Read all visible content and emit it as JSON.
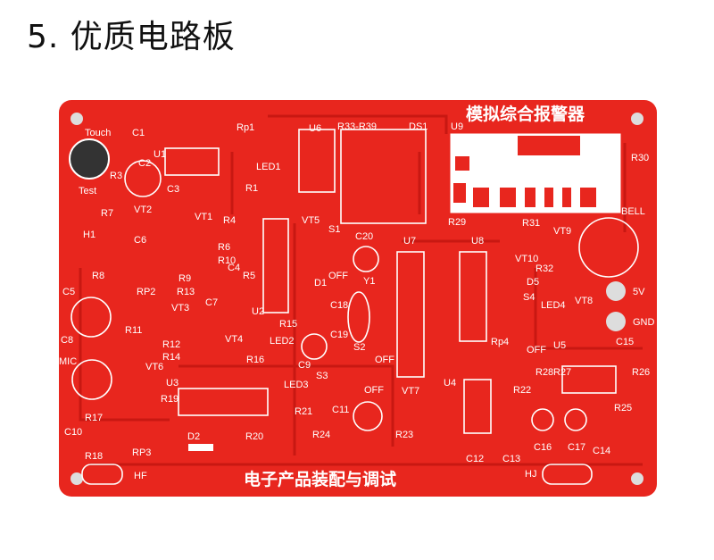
{
  "heading": "5. 优质电路板",
  "board": {
    "color": "#e8261e",
    "title_top": "模拟综合报警器",
    "title_bottom": "电子产品装配与调试",
    "labels": {
      "touch": "Touch",
      "test": "Test",
      "c1": "C1",
      "c2": "C2",
      "c3": "C3",
      "u1": "U1",
      "rp1": "Rp1",
      "r3": "R3",
      "led1": "LED1",
      "r1": "R1",
      "u6": "U6",
      "r33r39": "R33-R39",
      "ds1": "DS1",
      "u9": "U9",
      "r30": "R30",
      "bell": "BELL",
      "r7": "R7",
      "vt2": "VT2",
      "vt1": "VT1",
      "r4": "R4",
      "h1": "H1",
      "c6": "C6",
      "r6": "R6",
      "r10": "R10",
      "vt5": "VT5",
      "s1": "S1",
      "c20": "C20",
      "u7": "U7",
      "u8": "U8",
      "r29": "R29",
      "r31": "R31",
      "vt9": "VT9",
      "vt10": "VT10",
      "r32": "R32",
      "d5": "D5",
      "s4": "S4",
      "led4": "LED4",
      "vt8": "VT8",
      "v5": "5V",
      "gnd": "GND",
      "r8": "R8",
      "r9": "R9",
      "r13": "R13",
      "c4": "C4",
      "r5": "R5",
      "off1": "OFF",
      "d1": "D1",
      "y1": "Y1",
      "c5": "C5",
      "rp2": "RP2",
      "vt3": "VT3",
      "c7": "C7",
      "u2": "U2",
      "r15": "R15",
      "c18": "C18",
      "c19": "C19",
      "rp4": "Rp4",
      "off4": "OFF",
      "u5": "U5",
      "c15": "C15",
      "c8": "C8",
      "r11": "R11",
      "r12": "R12",
      "vt4": "VT4",
      "led2": "LED2",
      "s2": "S2",
      "off2": "OFF",
      "mic": "MIC",
      "r14": "R14",
      "vt6": "VT6",
      "r16": "R16",
      "c9": "C9",
      "s3": "S3",
      "u4": "U4",
      "r28": "R28",
      "r27": "R27",
      "r26": "R26",
      "u3": "U3",
      "r19": "R19",
      "led3": "LED3",
      "off3": "OFF",
      "vt7": "VT7",
      "r22": "R22",
      "r25": "R25",
      "r17": "R17",
      "c11": "C11",
      "r21": "R21",
      "c16": "C16",
      "c17": "C17",
      "c14": "C14",
      "c10": "C10",
      "r18": "R18",
      "rp3": "RP3",
      "d2": "D2",
      "r20": "R20",
      "r24": "R24",
      "r23": "R23",
      "c12": "C12",
      "c13": "C13",
      "hf": "HF",
      "hj": "HJ"
    }
  }
}
